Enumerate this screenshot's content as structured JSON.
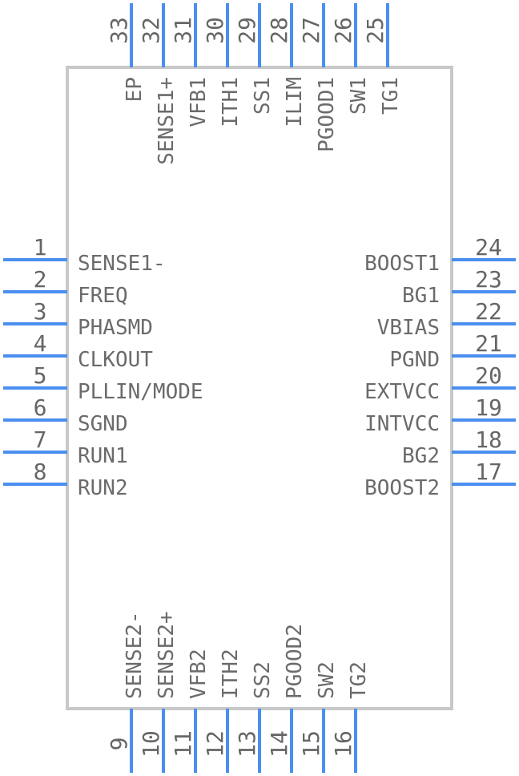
{
  "left_pins": [
    {
      "num": "1",
      "name": "SENSE1-"
    },
    {
      "num": "2",
      "name": "FREQ"
    },
    {
      "num": "3",
      "name": "PHASMD"
    },
    {
      "num": "4",
      "name": "CLKOUT"
    },
    {
      "num": "5",
      "name": "PLLIN/MODE"
    },
    {
      "num": "6",
      "name": "SGND"
    },
    {
      "num": "7",
      "name": "RUN1"
    },
    {
      "num": "8",
      "name": "RUN2"
    }
  ],
  "right_pins": [
    {
      "num": "24",
      "name": "BOOST1"
    },
    {
      "num": "23",
      "name": "BG1"
    },
    {
      "num": "22",
      "name": "VBIAS"
    },
    {
      "num": "21",
      "name": "PGND"
    },
    {
      "num": "20",
      "name": "EXTVCC"
    },
    {
      "num": "19",
      "name": "INTVCC"
    },
    {
      "num": "18",
      "name": "BG2"
    },
    {
      "num": "17",
      "name": "BOOST2"
    }
  ],
  "top_pins": [
    {
      "num": "33",
      "name": "EP"
    },
    {
      "num": "32",
      "name": "SENSE1+"
    },
    {
      "num": "31",
      "name": "VFB1"
    },
    {
      "num": "30",
      "name": "ITH1"
    },
    {
      "num": "29",
      "name": "SS1"
    },
    {
      "num": "28",
      "name": "ILIM"
    },
    {
      "num": "27",
      "name": "PGOOD1"
    },
    {
      "num": "26",
      "name": "SW1"
    },
    {
      "num": "25",
      "name": "TG1"
    }
  ],
  "bottom_pins": [
    {
      "num": "9",
      "name": "SENSE2-"
    },
    {
      "num": "10",
      "name": "SENSE2+"
    },
    {
      "num": "11",
      "name": "VFB2"
    },
    {
      "num": "12",
      "name": "ITH2"
    },
    {
      "num": "13",
      "name": "SS2"
    },
    {
      "num": "14",
      "name": "PGOOD2"
    },
    {
      "num": "15",
      "name": "SW2"
    },
    {
      "num": "16",
      "name": "TG2"
    }
  ]
}
